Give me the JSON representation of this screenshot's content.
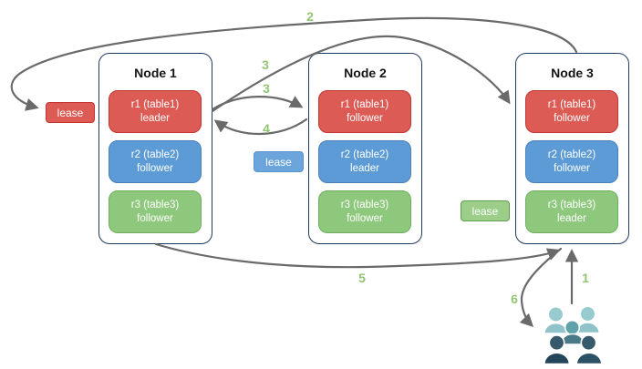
{
  "diagram": {
    "nodes": [
      {
        "title": "Node 1",
        "replicas": [
          {
            "name": "r1 (table1)",
            "role": "leader",
            "color_key": "red"
          },
          {
            "name": "r2 (table2)",
            "role": "follower",
            "color_key": "blue"
          },
          {
            "name": "r3 (table3)",
            "role": "follower",
            "color_key": "green"
          }
        ]
      },
      {
        "title": "Node 2",
        "replicas": [
          {
            "name": "r1 (table1)",
            "role": "follower",
            "color_key": "red"
          },
          {
            "name": "r2 (table2)",
            "role": "leader",
            "color_key": "blue"
          },
          {
            "name": "r3 (table3)",
            "role": "follower",
            "color_key": "green"
          }
        ]
      },
      {
        "title": "Node 3",
        "replicas": [
          {
            "name": "r1 (table1)",
            "role": "follower",
            "color_key": "red"
          },
          {
            "name": "r2 (table2)",
            "role": "follower",
            "color_key": "blue"
          },
          {
            "name": "r3 (table3)",
            "role": "leader",
            "color_key": "green"
          }
        ]
      }
    ],
    "leases": [
      {
        "label": "lease",
        "color_key": "red"
      },
      {
        "label": "lease",
        "color_key": "blue"
      },
      {
        "label": "lease",
        "color_key": "green"
      }
    ],
    "steps": {
      "s1": "1",
      "s2": "2",
      "s3a": "3",
      "s3b": "3",
      "s4": "4",
      "s5": "5",
      "s6": "6"
    },
    "clients_icon": "users-group-icon"
  },
  "colors": {
    "replica_red_fill": "#DC5B55",
    "replica_red_border": "#C23530",
    "replica_blue_fill": "#5C9BD5",
    "replica_blue_border": "#4981B8",
    "replica_green_fill": "#8EC87D",
    "replica_green_border": "#6FAE5C",
    "lease_blue_fill": "#6BA5DC",
    "lease_green_fill": "#9CCD89",
    "node_border": "#1F3A5F",
    "arrow": "#6A6A6A",
    "step_label": "#90C573",
    "people_light": "#8FC3C9",
    "people_mid_head": "#5FA2AA",
    "people_mid_body": "#4A7A88",
    "people_dark_left": "#24465A",
    "people_dark_right": "#2C5164"
  }
}
